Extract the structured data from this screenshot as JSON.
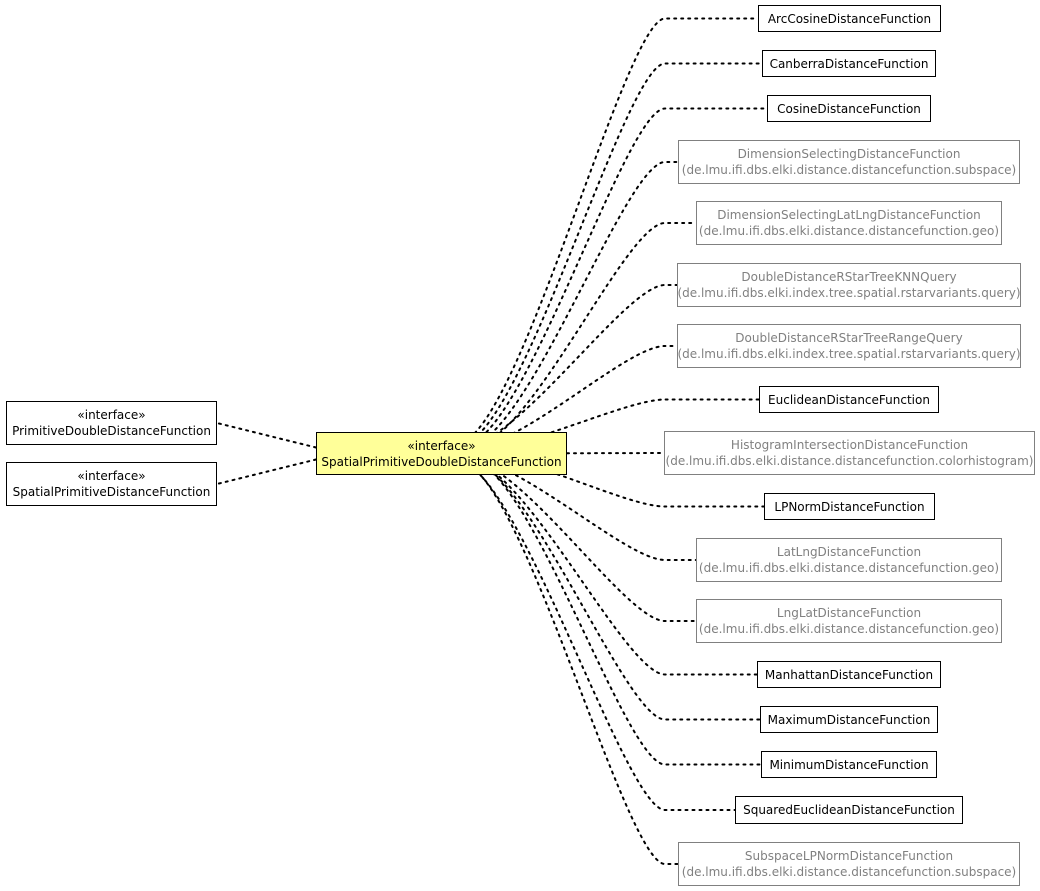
{
  "diagram": {
    "center": {
      "stereotype": "«interface»",
      "name": "SpatialPrimitiveDoubleDistanceFunction"
    },
    "parents": [
      {
        "stereotype": "«interface»",
        "name": "PrimitiveDoubleDistanceFunction"
      },
      {
        "stereotype": "«interface»",
        "name": "SpatialPrimitiveDistanceFunction"
      }
    ],
    "implementations": [
      {
        "name": "ArcCosineDistanceFunction",
        "package": ""
      },
      {
        "name": "CanberraDistanceFunction",
        "package": ""
      },
      {
        "name": "CosineDistanceFunction",
        "package": ""
      },
      {
        "name": "DimensionSelectingDistanceFunction",
        "package": "(de.lmu.ifi.dbs.elki.distance.distancefunction.subspace)"
      },
      {
        "name": "DimensionSelectingLatLngDistanceFunction",
        "package": "(de.lmu.ifi.dbs.elki.distance.distancefunction.geo)"
      },
      {
        "name": "DoubleDistanceRStarTreeKNNQuery",
        "package": "(de.lmu.ifi.dbs.elki.index.tree.spatial.rstarvariants.query)"
      },
      {
        "name": "DoubleDistanceRStarTreeRangeQuery",
        "package": "(de.lmu.ifi.dbs.elki.index.tree.spatial.rstarvariants.query)"
      },
      {
        "name": "EuclideanDistanceFunction",
        "package": ""
      },
      {
        "name": "HistogramIntersectionDistanceFunction",
        "package": "(de.lmu.ifi.dbs.elki.distance.distancefunction.colorhistogram)"
      },
      {
        "name": "LPNormDistanceFunction",
        "package": ""
      },
      {
        "name": "LatLngDistanceFunction",
        "package": "(de.lmu.ifi.dbs.elki.distance.distancefunction.geo)"
      },
      {
        "name": "LngLatDistanceFunction",
        "package": "(de.lmu.ifi.dbs.elki.distance.distancefunction.geo)"
      },
      {
        "name": "ManhattanDistanceFunction",
        "package": ""
      },
      {
        "name": "MaximumDistanceFunction",
        "package": ""
      },
      {
        "name": "MinimumDistanceFunction",
        "package": ""
      },
      {
        "name": "SquaredEuclideanDistanceFunction",
        "package": ""
      },
      {
        "name": "SubspaceLPNormDistanceFunction",
        "package": "(de.lmu.ifi.dbs.elki.distance.distancefunction.subspace)"
      }
    ],
    "colors": {
      "center_fill": "#ffff99",
      "border": "#000000",
      "external_border": "#808080",
      "connector": "#000000"
    }
  }
}
